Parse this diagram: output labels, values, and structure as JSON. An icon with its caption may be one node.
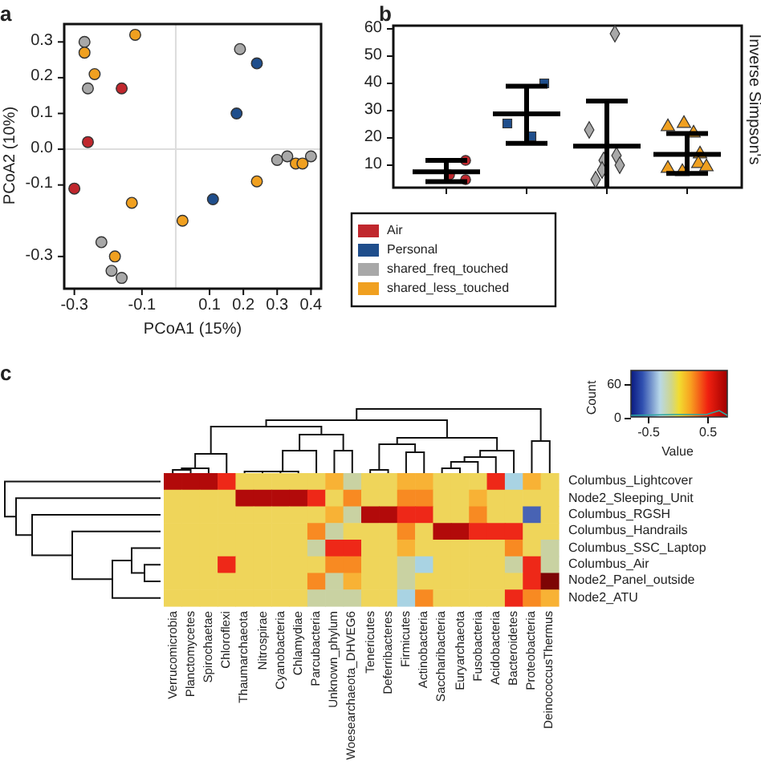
{
  "diagram": {
    "labels": [
      "a",
      "b",
      "60",
      "50",
      "40",
      "30",
      "20",
      "10",
      "Inverse Simpson's",
      "c",
      "Count",
      "60",
      "0",
      "-0.5",
      "0.5",
      "Value",
      "Columbus_Lightcover",
      "Node2_Sleeping_Unit",
      "Columbus_RGSH",
      "Columbus_Handrails",
      "Columbus_SSC_Laptop",
      "Columbus_Air",
      "Node2_Panel_outside",
      "Node2_ATU",
      "Verrucomicrobia",
      "Planctomycetes",
      "Spirochaetae",
      "Chloroflexi",
      "Thaumarchaeota",
      "Nitrospirae",
      "Cyanobacteria",
      "Chlamydiae",
      "Parcubacteria",
      "Unknown_phylum",
      "Woesearchaeota_DHVEG6",
      "Tenericutes",
      "Deferribacteres",
      "Firmicutes",
      "Actinobacteria",
      "Saccharibacteria",
      "Euryarchaeota",
      "Fusobacteria",
      "Acidobacteria",
      "Bacteroidetes",
      "Proteobacteria",
      "DeinococcusThermus"
    ],
    "legend": [
      {
        "text": "Air",
        "color": "#c0272d"
      },
      {
        "text": "Personal",
        "color": "#1f4e8c"
      },
      {
        "text": "shared_freq_touched",
        "color": "#a8a8a8"
      },
      {
        "text": "shared_less_touched",
        "color": "#f0a020"
      }
    ],
    "chart_data": {
      "type": "scatter",
      "xlabel": "PCoA1 (15%)",
      "ylabel": "PCoA2 (10%)",
      "xlim": [
        -0.33,
        0.43
      ],
      "ylim": [
        -0.39,
        0.35
      ],
      "xticks": [
        -0.3,
        -0.1,
        0.1,
        0.2,
        0.3,
        0.4
      ],
      "yticks": [
        0.3,
        0.2,
        0.1,
        {
          "value": 0,
          "label": "0.0"
        },
        -0.1,
        -0.3
      ],
      "series": [
        {
          "color": "#c0272d",
          "x": [
            -0.16,
            -0.26,
            -0.3
          ],
          "values": [
            0.17,
            0.02,
            -0.11
          ]
        },
        {
          "color": "#1f4e8c",
          "x": [
            0.24,
            0.18,
            0.11
          ],
          "values": [
            0.24,
            0.1,
            -0.14
          ]
        },
        {
          "color": "#a8a8a8",
          "x": [
            -0.27,
            -0.26,
            -0.22,
            -0.19,
            -0.16,
            0.19,
            0.3,
            0.33,
            0.4
          ],
          "values": [
            0.3,
            0.17,
            -0.26,
            -0.34,
            -0.36,
            0.28,
            -0.03,
            -0.02,
            -0.02
          ]
        },
        {
          "color": "#f0a020",
          "x": [
            -0.12,
            -0.27,
            -0.24,
            -0.13,
            -0.18,
            0.02,
            0.24,
            0.355,
            0.375
          ],
          "values": [
            0.32,
            0.27,
            0.21,
            -0.15,
            -0.3,
            -0.2,
            -0.09,
            -0.04,
            -0.04
          ]
        }
      ]
    }
  }
}
